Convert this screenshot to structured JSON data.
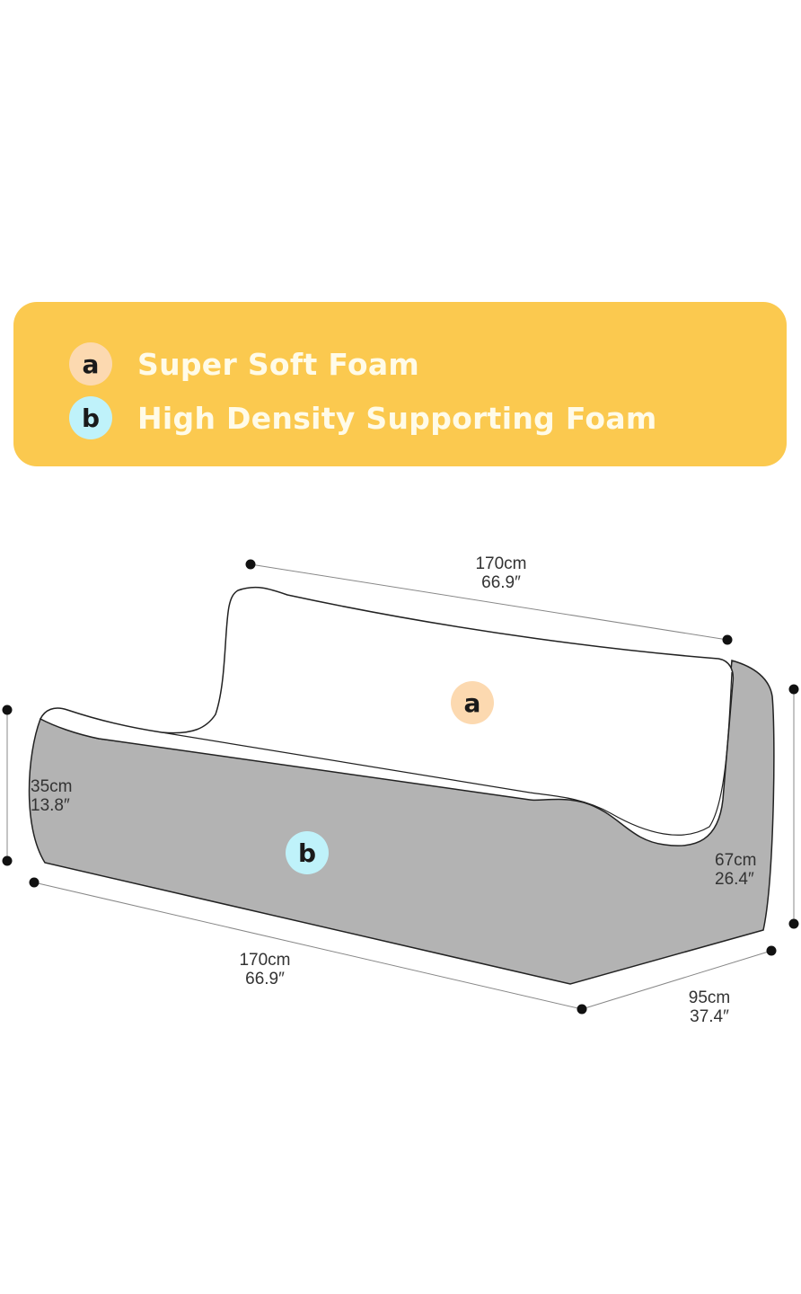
{
  "legend": {
    "items": [
      {
        "marker": "a",
        "label": "Super Soft Foam",
        "color": "#fcd9b0"
      },
      {
        "marker": "b",
        "label": "High Density Supporting Foam",
        "color": "#bff2fa"
      }
    ]
  },
  "dimensions": {
    "back_length": {
      "cm": "170cm",
      "in": "66.9″"
    },
    "front_length": {
      "cm": "170cm",
      "in": "66.9″"
    },
    "seat_height": {
      "cm": "35cm",
      "in": "13.8″"
    },
    "back_height": {
      "cm": "67cm",
      "in": "26.4″"
    },
    "depth": {
      "cm": "95cm",
      "in": "37.4″"
    }
  },
  "diagram": {
    "marker_a": "a",
    "marker_b": "b"
  }
}
